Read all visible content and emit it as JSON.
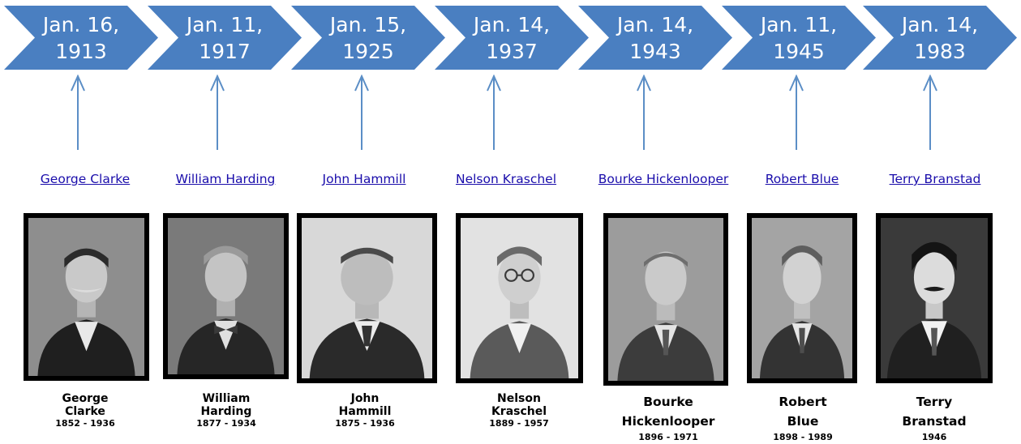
{
  "timeline": [
    {
      "date_line1": "Jan. 16,",
      "date_line2": "1913",
      "link_text": "George Clarke",
      "first_name": "George",
      "last_name": "Clarke",
      "years": "1852 - 1936"
    },
    {
      "date_line1": "Jan. 11,",
      "date_line2": "1917",
      "link_text": "William Harding",
      "first_name": "William",
      "last_name": "Harding",
      "years": "1877 - 1934"
    },
    {
      "date_line1": "Jan. 15,",
      "date_line2": "1925",
      "link_text": "John Hammill",
      "first_name": "John",
      "last_name": "Hammill",
      "years": "1875 - 1936"
    },
    {
      "date_line1": "Jan. 14,",
      "date_line2": "1937",
      "link_text": "Nelson Kraschel",
      "first_name": "Nelson",
      "last_name": "Kraschel",
      "years": "1889 - 1957"
    },
    {
      "date_line1": "Jan. 14,",
      "date_line2": "1943",
      "link_text": "Bourke Hickenlooper",
      "first_name": "Bourke",
      "last_name": "Hickenlooper",
      "years": "1896 - 1971"
    },
    {
      "date_line1": "Jan. 11,",
      "date_line2": "1945",
      "link_text": "Robert Blue",
      "first_name": "Robert",
      "last_name": "Blue",
      "years": "1898 - 1989"
    },
    {
      "date_line1": "Jan. 14,",
      "date_line2": "1983",
      "link_text": "Terry Branstad",
      "first_name": "Terry",
      "last_name": "Branstad",
      "years": "1946"
    }
  ],
  "colors": {
    "chevron": "#4a7fc1",
    "arrow": "#5b8ec6",
    "link": "#1a0dab",
    "frame": "#000000"
  },
  "icons": {
    "arrow": "up-arrow-icon",
    "photo": "portrait-photo"
  }
}
